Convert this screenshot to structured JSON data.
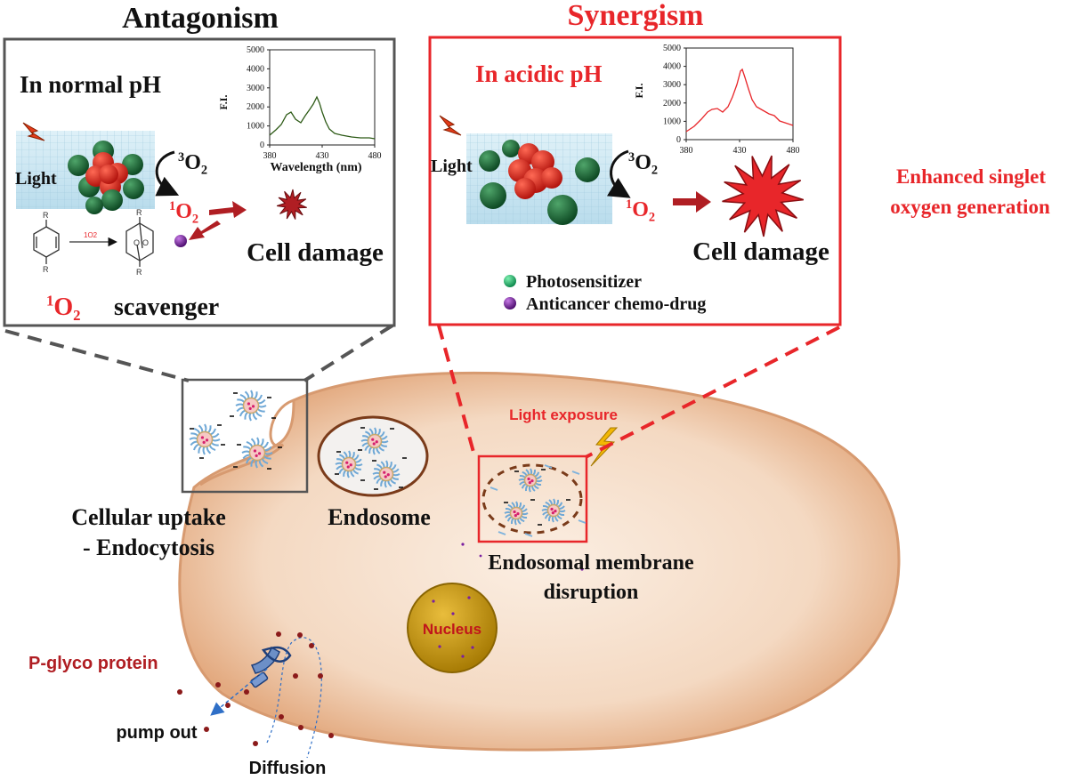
{
  "antagonism": {
    "title": "Antagonism",
    "condition": "In normal pH",
    "light_label": "Light",
    "triplet_o2": "3O2",
    "singlet_o2": "1O2",
    "reaction_reagent": "1O2",
    "cell_damage": "Cell damage",
    "scavenger_label": "scavenger",
    "scavenger_prefix": "1O2",
    "r_label": "R",
    "inset_chart": {
      "ylabel": "F.I.",
      "xlabel": "Wavelength (nm)",
      "y_ticks": [
        "5000",
        "4000",
        "3000",
        "2000",
        "1000",
        "0"
      ],
      "x_ticks": [
        "380",
        "430",
        "480"
      ]
    }
  },
  "synergism": {
    "title": "Synergism",
    "condition": "In acidic pH",
    "light_label": "Light",
    "triplet_o2": "3O2",
    "singlet_o2": "1O2",
    "cell_damage": "Cell damage",
    "inset_chart": {
      "ylabel": "F.I.",
      "y_ticks": [
        "5000",
        "4000",
        "3000",
        "2000",
        "1000",
        "0"
      ],
      "x_ticks": [
        "380",
        "430",
        "480"
      ]
    },
    "legend": [
      {
        "label": "Photosensitizer",
        "color": "#1aa86a"
      },
      {
        "label": "Anticancer chemo-drug",
        "color": "#7a1fa0"
      }
    ]
  },
  "enhanced": {
    "line1": "Enhanced singlet",
    "line2": "oxygen generation"
  },
  "cell": {
    "uptake_line1": "Cellular uptake",
    "uptake_line2": "- Endocytosis",
    "endosome": "Endosome",
    "light_exposure": "Light exposure",
    "disruption_line1": "Endosomal membrane",
    "disruption_line2": "disruption",
    "nucleus": "Nucleus",
    "pgp": "P-glyco protein",
    "pump_out": "pump out",
    "diffusion": "Diffusion"
  },
  "colors": {
    "accent_red": "#e8262a",
    "dark_red": "#b01e23",
    "frame_grey": "#555555",
    "cell_fill": "#f6dcc6",
    "nucleus": "#c89a10",
    "photosensitizer": "#1f6b3a",
    "core_red": "#e23025"
  }
}
